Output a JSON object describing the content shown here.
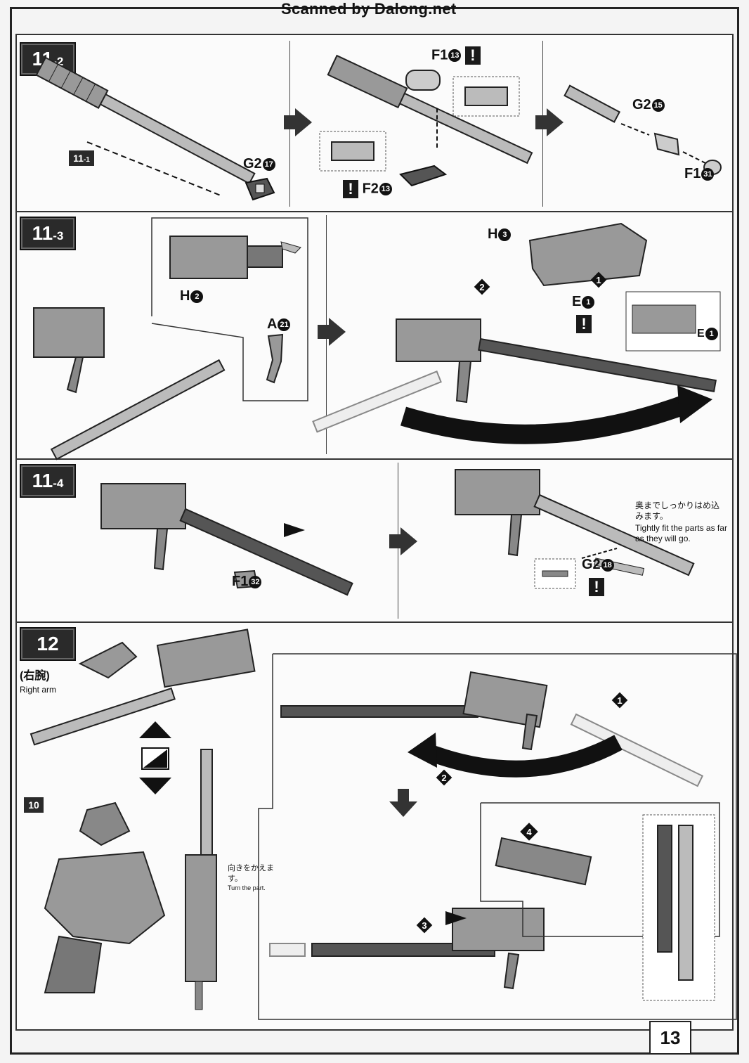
{
  "scan_credit": "Scanned by Dalong.net",
  "page_number": "13",
  "steps": {
    "s11_2": {
      "main": "11",
      "sub": "-2"
    },
    "s11_3": {
      "main": "11",
      "sub": "-3"
    },
    "s11_4": {
      "main": "11",
      "sub": "-4"
    },
    "s12": {
      "main": "12",
      "sub": ""
    }
  },
  "ref_11_1": {
    "main": "11",
    "sub": "-1"
  },
  "ref_10": "10",
  "parts": {
    "g2_17": {
      "code": "G2",
      "num": "17"
    },
    "f1_13": {
      "code": "F1",
      "num": "13"
    },
    "f2_13": {
      "code": "F2",
      "num": "13"
    },
    "g2_15": {
      "code": "G2",
      "num": "15"
    },
    "f1_31": {
      "code": "F1",
      "num": "31"
    },
    "h_2": {
      "code": "H",
      "num": "2"
    },
    "a_21": {
      "code": "A",
      "num": "21"
    },
    "h_3": {
      "code": "H",
      "num": "3"
    },
    "e_1": {
      "code": "E",
      "num": "1"
    },
    "e_1b": {
      "code": "E",
      "num": "1"
    },
    "f1_32": {
      "code": "F1",
      "num": "32"
    },
    "g2_18": {
      "code": "G2",
      "num": "18"
    }
  },
  "warning_mark": "!",
  "notes": {
    "tight_fit_jp": "奥までしっかりはめ込みます。",
    "tight_fit_en": "Tightly fit the parts as far as they will go.",
    "right_arm_jp": "(右腕)",
    "right_arm_en": "Right arm",
    "turn_jp": "向きをかえます。",
    "turn_en": "Turn the part."
  },
  "order_marks": [
    "1",
    "2",
    "3",
    "4"
  ]
}
